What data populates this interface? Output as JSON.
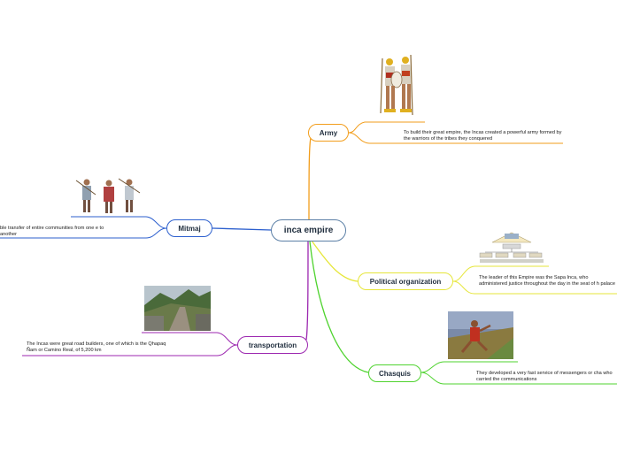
{
  "central": {
    "label": "inca empire"
  },
  "topics": {
    "army": {
      "label": "Army",
      "note": "To build their great empire, the Incas created a powerful army formed by the warriors of the tribes they conquered",
      "color": "#f29d1b"
    },
    "mitmaj": {
      "label": "Mitmaj",
      "note": "ble transfer of entire communities from one e to another",
      "color": "#2c5fce"
    },
    "political": {
      "label": "Political organization",
      "note": "The leader of this Empire was the Sapa Inca, who administered justice throughout the day in the seat of h palace",
      "color": "#e6e63a"
    },
    "chasquis": {
      "label": "Chasquis",
      "note": "They developed a very fast service of messengers or cha who carried the communications",
      "color": "#4fd32f"
    },
    "transportation": {
      "label": "transportation",
      "note": "The Incas were great road builders, one of which is the Qhapaq Ñam or Camino Real, of 5,200 km",
      "color": "#9c27b0"
    }
  },
  "colors": {
    "central_border": "#5b7fa6",
    "text": "#1f2d3d"
  }
}
